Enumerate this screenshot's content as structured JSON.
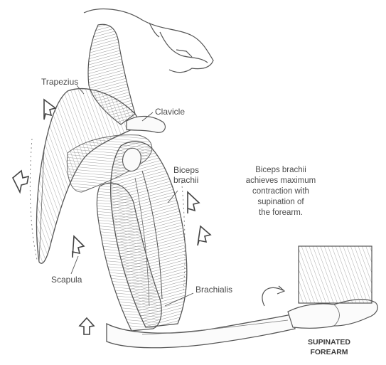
{
  "labels": {
    "trapezius": "Trapezius",
    "clavicle": "Clavicle",
    "biceps_line1": "Biceps",
    "biceps_line2": "brachii",
    "scapula": "Scapula",
    "brachialis": "Brachialis"
  },
  "note": {
    "line1": "Biceps brachii",
    "line2": "achieves maximum",
    "line3": "contraction with",
    "line4": "supination of",
    "line5": "the forearm."
  },
  "caption": {
    "line1": "SUPINATED",
    "line2": "FOREARM"
  },
  "colors": {
    "ink": "#4a4a4a",
    "background": "#ffffff"
  }
}
